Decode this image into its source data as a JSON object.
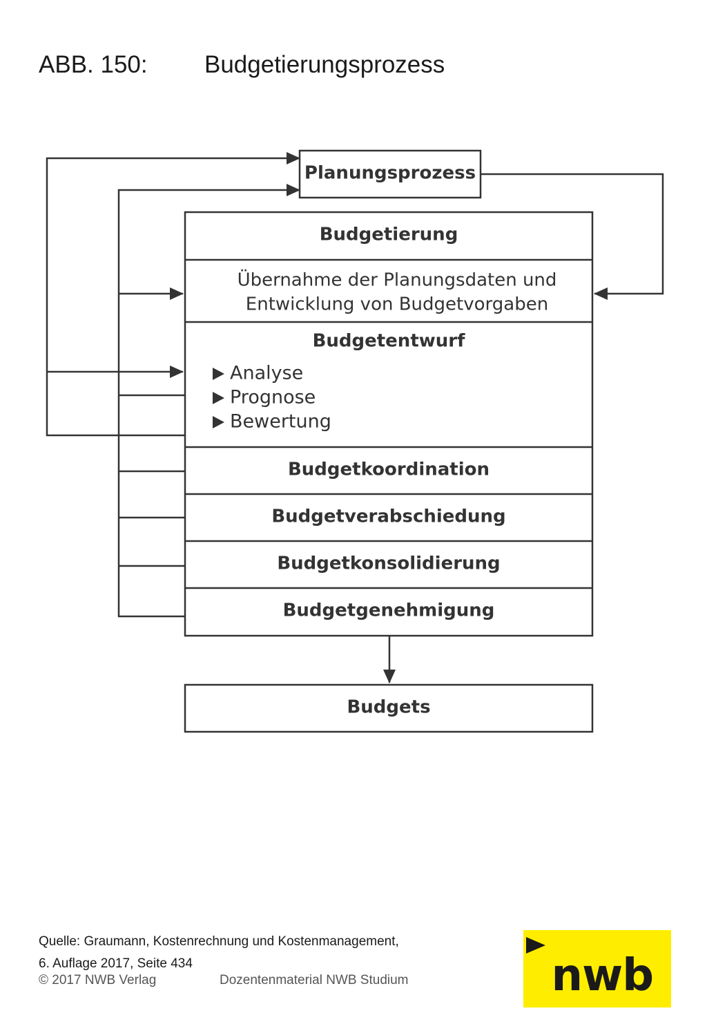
{
  "header": {
    "figure_number": "ABB. 150:",
    "figure_title": "Budgetierungsprozess"
  },
  "diagram": {
    "planungsprozess": "Planungsprozess",
    "budgetierung": "Budgetierung",
    "uebernahme_line1": "Übernahme der Planungsdaten und",
    "uebernahme_line2": "Entwicklung von Budgetvorgaben",
    "budgetentwurf": "Budgetentwurf",
    "bullets": [
      "Analyse",
      "Prognose",
      "Bewertung"
    ],
    "budgetkoordination": "Budgetkoordination",
    "budgetverabschiedung": "Budgetverabschiedung",
    "budgetkonsolidierung": "Budgetkonsolidierung",
    "budgetgenehmigung": "Budgetgenehmigung",
    "budgets": "Budgets"
  },
  "footer": {
    "source_line1": "Quelle: Graumann, Kostenrechnung und Kostenmanagement,",
    "source_line2": "6. Auflage 2017, Seite 434",
    "copyright": "© 2017 NWB Verlag",
    "series": "Dozentenmaterial NWB Studium",
    "logo_text": "nwb"
  },
  "colors": {
    "logo_background": "#ffed00",
    "line": "#333333"
  }
}
